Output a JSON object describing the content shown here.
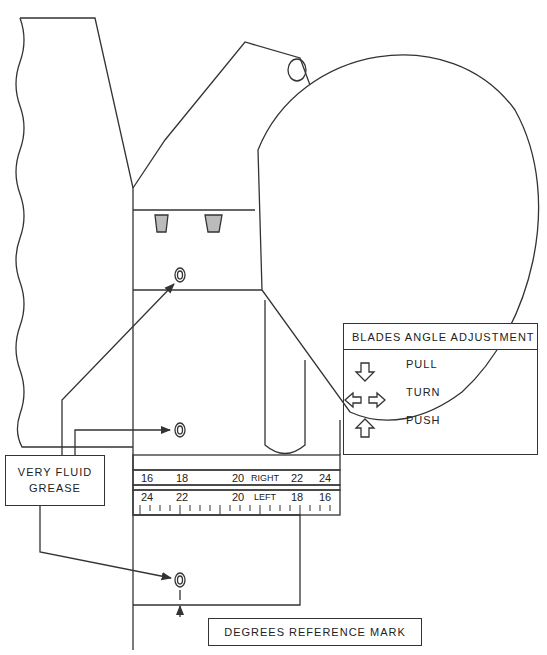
{
  "diagram": {
    "nodes": [
      {
        "text": [
          "VERY FLUID GREASE"
        ]
      },
      {
        "text": [
          "BLADES ANGLE ADJUSTMENT",
          "PULL",
          "TURN",
          "PUSH"
        ]
      },
      {
        "text": [
          "DEGREES REFERENCE MARK"
        ]
      }
    ],
    "labels": [
      "16",
      "18",
      "20",
      "RIGHT",
      "22",
      "24",
      "24",
      "22",
      "20",
      "LEFT",
      "18",
      "16"
    ]
  }
}
